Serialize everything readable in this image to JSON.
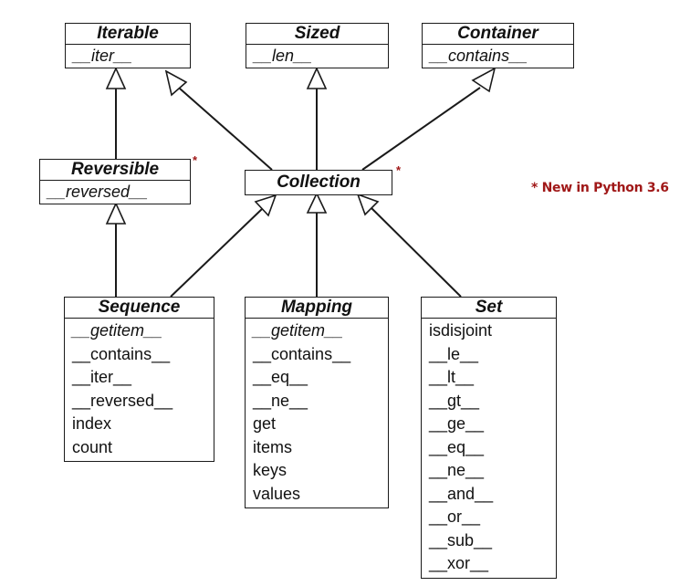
{
  "classes": {
    "iterable": {
      "name": "Iterable",
      "methods": [
        "__iter__"
      ]
    },
    "sized": {
      "name": "Sized",
      "methods": [
        "__len__"
      ]
    },
    "container": {
      "name": "Container",
      "methods": [
        "__contains__"
      ]
    },
    "reversible": {
      "name": "Reversible",
      "methods": [
        "__reversed__"
      ]
    },
    "collection": {
      "name": "Collection",
      "methods": []
    },
    "sequence": {
      "name": "Sequence",
      "methods": [
        "__getitem__",
        "__contains__",
        "__iter__",
        "__reversed__",
        "index",
        "count"
      ]
    },
    "mapping": {
      "name": "Mapping",
      "methods": [
        "__getitem__",
        "__contains__",
        "__eq__",
        "__ne__",
        "get",
        "items",
        "keys",
        "values"
      ]
    },
    "set": {
      "name": "Set",
      "methods": [
        "isdisjoint",
        "__le__",
        "__lt__",
        "__gt__",
        "__ge__",
        "__eq__",
        "__ne__",
        "__and__",
        "__or__",
        "__sub__",
        "__xor__"
      ]
    }
  },
  "new_marker": "*",
  "note": "* New in Python 3.6",
  "colors": {
    "line": "#1a1a1a",
    "note": "#a01818"
  }
}
